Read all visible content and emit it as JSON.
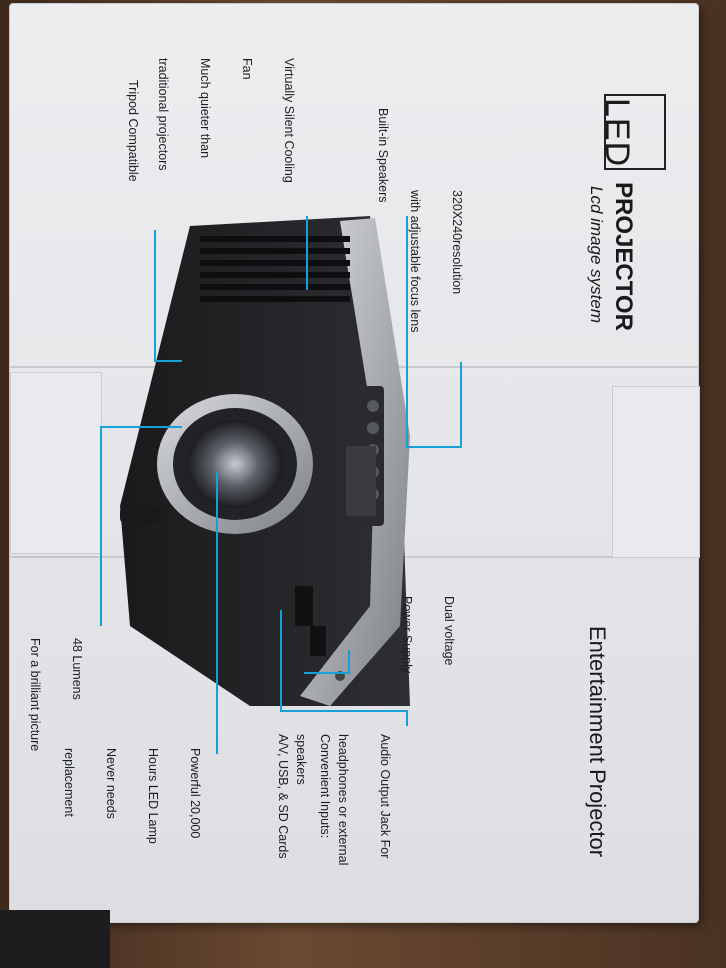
{
  "box": {
    "badge": "LED",
    "title": "PROJECTOR",
    "subtitle": "Lcd image system",
    "category": "Entertainment Projector"
  },
  "features": {
    "resolution": [
      "320X240resolution",
      "with adjustable focus lens"
    ],
    "speakers": [
      "Built-in Speakers"
    ],
    "fan": [
      "Virtually Silent Cooling",
      "Fan",
      "Much quieter than",
      "traditional projectors"
    ],
    "tripod": [
      "Tripod Compatible"
    ],
    "voltage": [
      "Dual voltage",
      "Power Supply"
    ],
    "audio": [
      "Audio Output Jack For",
      "headphones or external",
      "speakers"
    ],
    "inputs": [
      "Convenient Inputs:",
      "A/V, USB, & SD Cards"
    ],
    "lamp": [
      "Powerful 20,000",
      "Hours LED Lamp",
      "Never needs",
      "replacement"
    ],
    "lumens": [
      "48 Lumens",
      "For a brilliant picture"
    ]
  },
  "colors": {
    "leader_lines": "#1aa0d8",
    "box_print": "#1a1a1a",
    "box_background": "#e6e8eb"
  },
  "icons": [
    "projector-illustration"
  ]
}
